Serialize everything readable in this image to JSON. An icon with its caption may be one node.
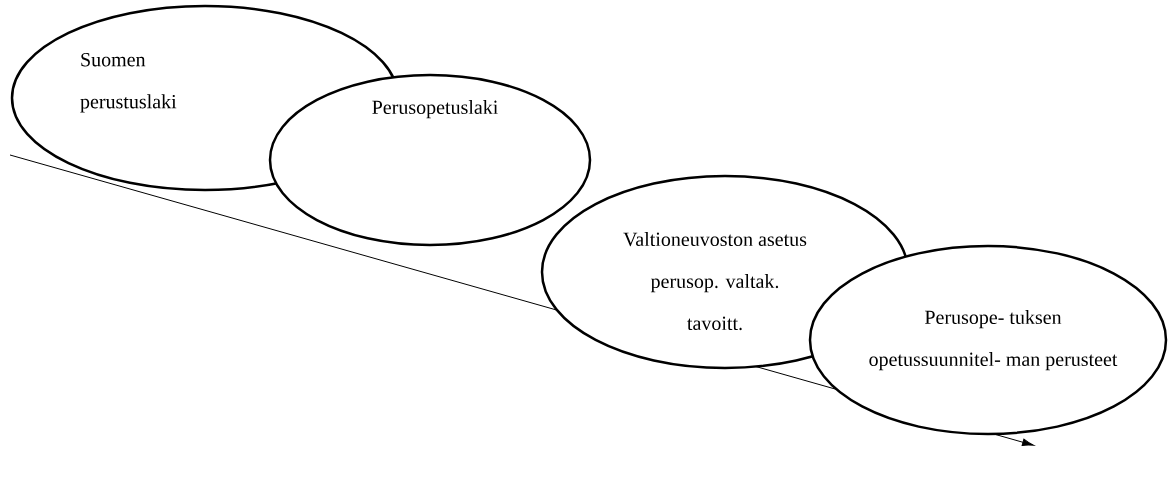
{
  "diagram": {
    "nodes": [
      {
        "text": [
          "Suomen perustuslaki"
        ]
      },
      {
        "text": [
          "Perusopetuslaki"
        ]
      },
      {
        "text": [
          "Valtioneuvoston asetus perusop. valtak. tavoitt."
        ]
      },
      {
        "text": [
          "Perusope- tuksen opetussuunnitel- man perusteet"
        ]
      }
    ]
  }
}
